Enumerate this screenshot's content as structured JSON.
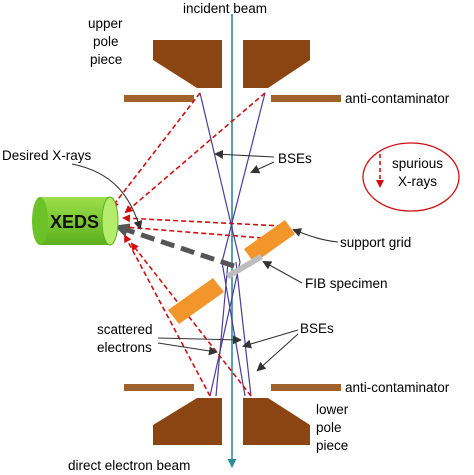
{
  "labels": {
    "incident_beam": "incident beam",
    "upper_pole": [
      "upper",
      "pole",
      "piece"
    ],
    "anti_contaminator_top": "anti-contaminator",
    "desired_xrays": "Desired X-rays",
    "bses_top": "BSEs",
    "spurious": [
      "spurious",
      "X-rays"
    ],
    "xeds": "XEDS",
    "support_grid": "support grid",
    "fib_specimen": "FIB specimen",
    "scattered": [
      "scattered",
      "electrons"
    ],
    "bses_bottom": "BSEs",
    "anti_contaminator_bottom": "anti-contaminator",
    "lower_pole": [
      "lower",
      "pole",
      "piece"
    ],
    "direct_beam": "direct electron beam"
  },
  "colors": {
    "pole_piece": "#8B4513",
    "anti_contaminator": "#A0622D",
    "beam": "#2E8B9A",
    "bse_path": "#4B3C9A",
    "xray": "#D01010",
    "xeds_fill": "#7CCF2E",
    "specimen": "#F2962B",
    "desired_path": "#555555",
    "callout": "#333333"
  }
}
